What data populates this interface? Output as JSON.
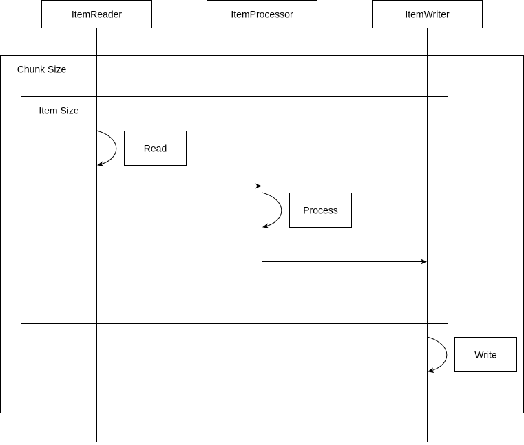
{
  "participants": [
    {
      "label": "ItemReader"
    },
    {
      "label": "ItemProcessor"
    },
    {
      "label": "ItemWriter"
    }
  ],
  "frames": {
    "chunk": {
      "label": "Chunk Size"
    },
    "item": {
      "label": "Item Size"
    }
  },
  "notes": {
    "read": "Read",
    "process": "Process",
    "write": "Write"
  },
  "colors": {
    "stroke": "#000000",
    "background": "#ffffff"
  }
}
